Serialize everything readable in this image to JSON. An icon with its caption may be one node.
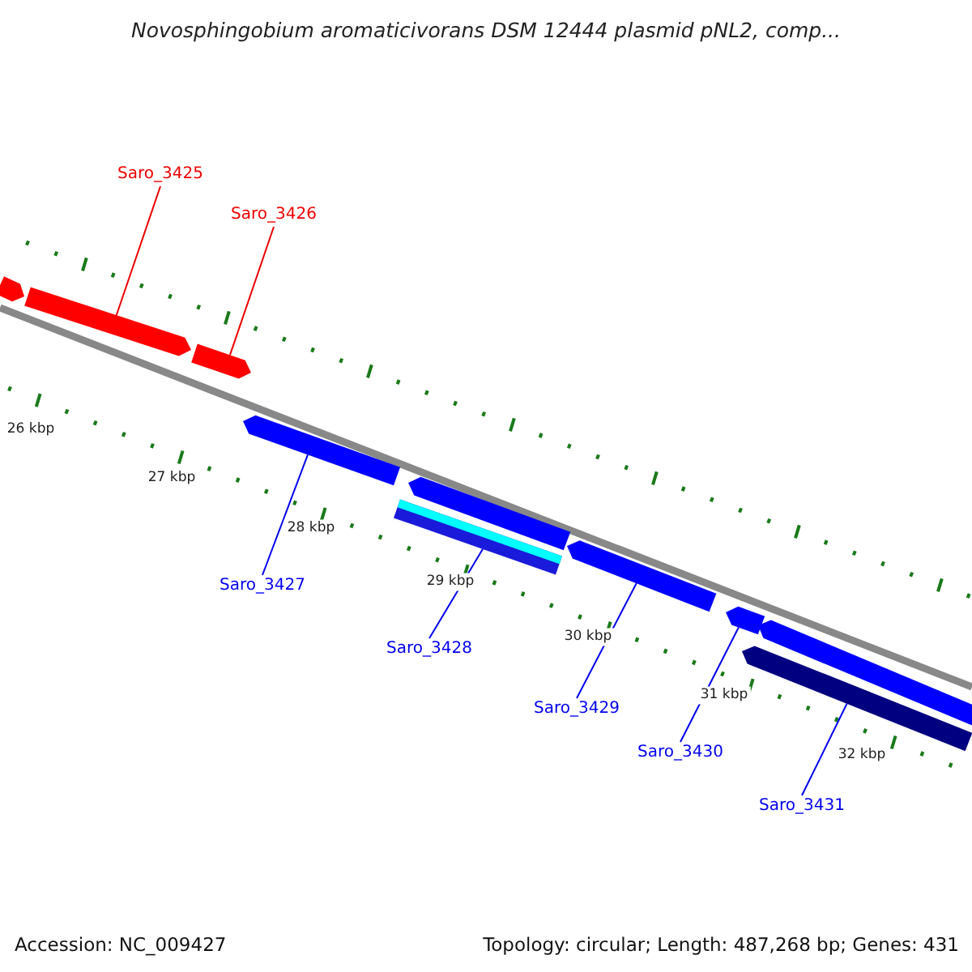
{
  "diagram": {
    "title": "Novosphingobium aromaticivorans DSM 12444 plasmid pNL2, comp...",
    "nodes": [
      {
        "text": [
          "Saro_3425"
        ]
      },
      {
        "text": [
          "Saro_3426"
        ]
      },
      {
        "text": [
          "Saro_3427"
        ]
      },
      {
        "text": [
          "Saro_3428"
        ]
      },
      {
        "text": [
          "Saro_3429"
        ]
      },
      {
        "text": [
          "Saro_3430"
        ]
      },
      {
        "text": [
          "Saro_3431"
        ]
      },
      {
        "text": [],
        "shape": "bar"
      },
      {
        "text": [],
        "shape": "bar"
      },
      {
        "text": [],
        "shape": "bar"
      },
      {
        "text": [],
        "shape": "bar"
      },
      {
        "text": [],
        "shape": "bar"
      },
      {
        "text": [],
        "shape": "bar"
      },
      {
        "text": [],
        "shape": "bar"
      },
      {
        "text": [],
        "shape": "bar"
      },
      {
        "text": [],
        "shape": "bar"
      },
      {
        "text": [],
        "shape": "bar"
      }
    ],
    "edges": [
      {
        "from": 0,
        "to": 8,
        "arrow": "none",
        "color": "#ee0000"
      },
      {
        "from": 1,
        "to": 9,
        "arrow": "none",
        "color": "#ee0000"
      },
      {
        "from": 2,
        "to": 10,
        "arrow": "none"
      },
      {
        "from": 3,
        "to": 11,
        "arrow": "none"
      },
      {
        "from": 4,
        "to": 13,
        "arrow": "none"
      },
      {
        "from": 5,
        "to": 14,
        "arrow": "none"
      },
      {
        "from": 6,
        "to": 15,
        "arrow": "none"
      }
    ],
    "labels": [
      "26 kbp",
      "27 kbp",
      "28 kbp",
      "29 kbp",
      "30 kbp",
      "31 kbp",
      "32 kbp",
      "Accession: NC_009427",
      "Topology: circular; Length: 487,268 bp; Genes: 431"
    ]
  }
}
